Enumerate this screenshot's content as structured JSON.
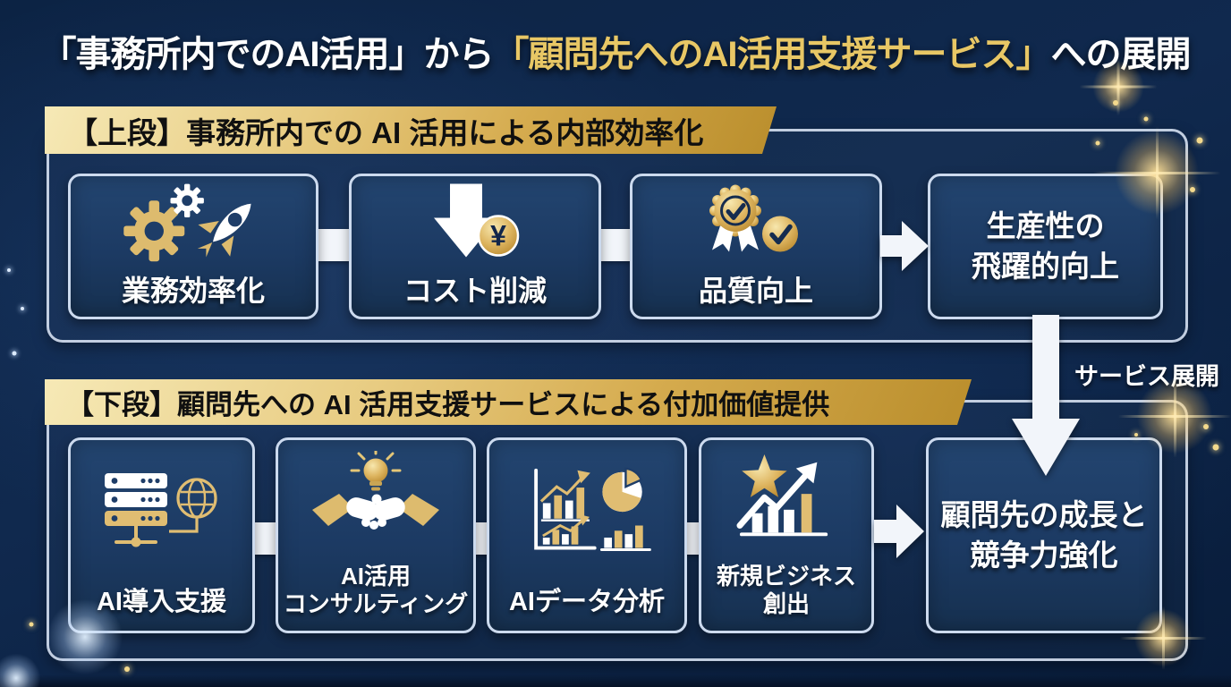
{
  "page": {
    "title_part1": "「事務所内でのAI活用」から",
    "title_part2": "「顧問先へのAI活用支援サービス」",
    "title_part3": "への展開"
  },
  "upper": {
    "header": "【上段】事務所内での AI 活用による内部効率化",
    "boxes": [
      {
        "label": "業務効率化",
        "icon": "gears-rocket-icon"
      },
      {
        "label": "コスト削減",
        "icon": "down-arrow-yen-icon"
      },
      {
        "label": "品質向上",
        "icon": "medal-check-icon"
      }
    ],
    "result": {
      "line1": "生産性の",
      "line2": "飛躍的向上"
    }
  },
  "flow": {
    "service_label": "サービス展開"
  },
  "lower": {
    "header": "【下段】顧問先への AI 活用支援サービスによる付加価値提供",
    "boxes": [
      {
        "line1": "AI導入支援",
        "line2": "",
        "icon": "server-globe-icon"
      },
      {
        "line1": "AI活用",
        "line2": "コンサルティング",
        "icon": "bulb-handshake-icon"
      },
      {
        "line1": "AIデータ分析",
        "line2": "",
        "icon": "data-analytics-icon"
      },
      {
        "line1": "新規ビジネス",
        "line2": "創出",
        "icon": "star-growth-icon"
      }
    ],
    "result": {
      "line1": "顧問先の成長と",
      "line2": "競争力強化"
    }
  },
  "icons": {
    "yen_symbol": "¥",
    "upper": [
      "gears-rocket-icon",
      "down-arrow-yen-icon",
      "medal-check-icon"
    ],
    "lower": [
      "server-globe-icon",
      "bulb-handshake-icon",
      "data-analytics-icon",
      "star-growth-icon"
    ]
  },
  "colors": {
    "background": "#0e2546",
    "panel_border": "#d8e2f2",
    "box_fill": "#1e3d68",
    "gold_icon": "#ddbb6e",
    "banner_gold_light": "#f5e7b2",
    "banner_gold_dark": "#ba8e2c",
    "title_gold": "#e8c765",
    "text_white": "#ffffff",
    "text_black": "#111111"
  }
}
